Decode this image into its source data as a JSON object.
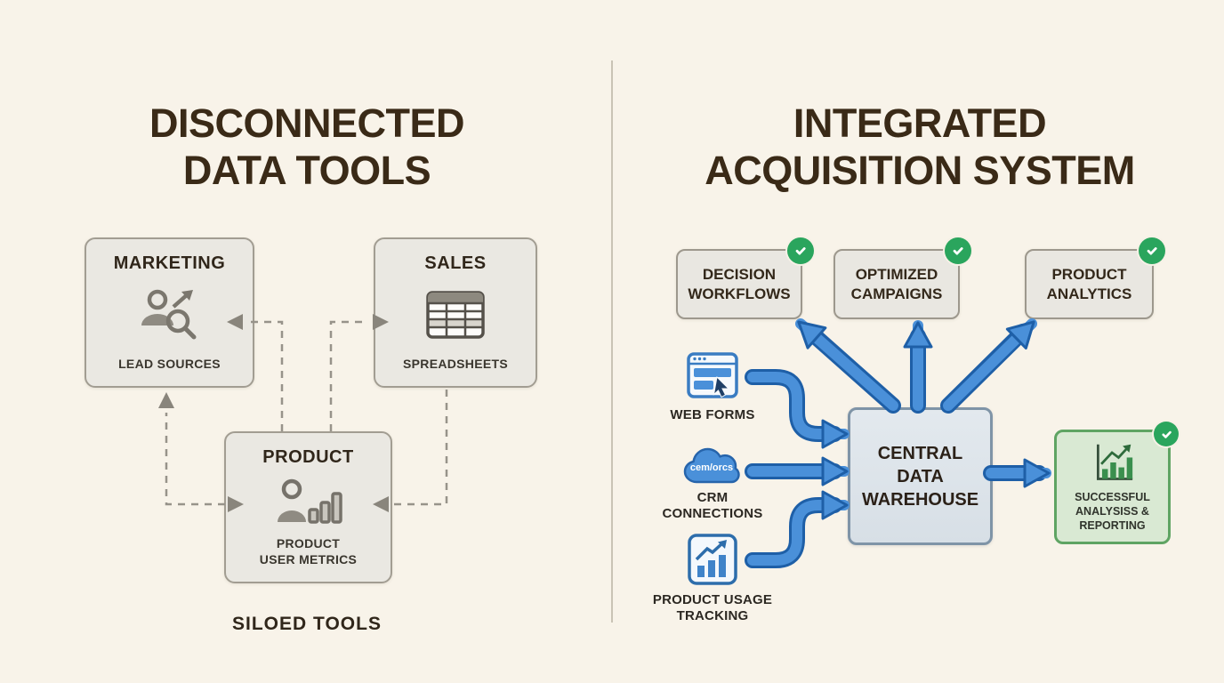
{
  "colors": {
    "background": "#f8f3e9",
    "title_text": "#3a2a17",
    "siloed_box_fill": "#eae8e2",
    "siloed_box_border": "#a29d92",
    "dashed_connector_gray": "#97938a",
    "blue_accent": "#4a90d9",
    "blue_outline": "#1e5fa7",
    "success_green": "#2aa55d",
    "warehouse_fill": "#dde4ea",
    "warehouse_border": "#7f94a7",
    "green_box_fill": "#d9e9d3",
    "green_box_border": "#5fa463"
  },
  "left_panel": {
    "title_line1": "DISCONNECTED",
    "title_line2": "DATA TOOLS",
    "marketing": {
      "title": "MARKETING",
      "label": "LEAD SOURCES",
      "icon": "lead-sources-icon"
    },
    "sales": {
      "title": "SALES",
      "label": "SPREADSHEETS",
      "icon": "spreadsheet-icon"
    },
    "product": {
      "title": "PRODUCT",
      "label_line1": "PRODUCT",
      "label_line2": "USER METRICS",
      "icon": "user-metrics-icon"
    },
    "caption": "SILOED TOOLS"
  },
  "right_panel": {
    "title_line1": "INTEGRATED",
    "title_line2": "ACQUISITION SYSTEM",
    "outputs": [
      {
        "line1": "DECISION",
        "line2": "WORKFLOWS",
        "badge": "check-icon"
      },
      {
        "line1": "OPTIMIZED",
        "line2": "CAMPAIGNS",
        "badge": "check-icon"
      },
      {
        "line1": "PRODUCT",
        "line2": "ANALYTICS",
        "badge": "check-icon"
      }
    ],
    "sources": [
      {
        "label_line1": "WEB FORMS",
        "icon": "web-form-icon"
      },
      {
        "label_line1": "CRM",
        "label_line2": "CONNECTIONS",
        "icon": "crm-cloud-icon",
        "cloud_text": "cem/orcs"
      },
      {
        "label_line1": "PRODUCT USAGE",
        "label_line2": "TRACKING",
        "icon": "usage-chart-icon"
      }
    ],
    "warehouse": {
      "line1": "CENTRAL",
      "line2": "DATA",
      "line3": "WAREHOUSE"
    },
    "success_box": {
      "line1": "SUCCESSFUL",
      "line2": "ANALYSISS &",
      "line3": "REPORTING",
      "icon": "growth-chart-icon",
      "badge": "check-icon"
    }
  }
}
